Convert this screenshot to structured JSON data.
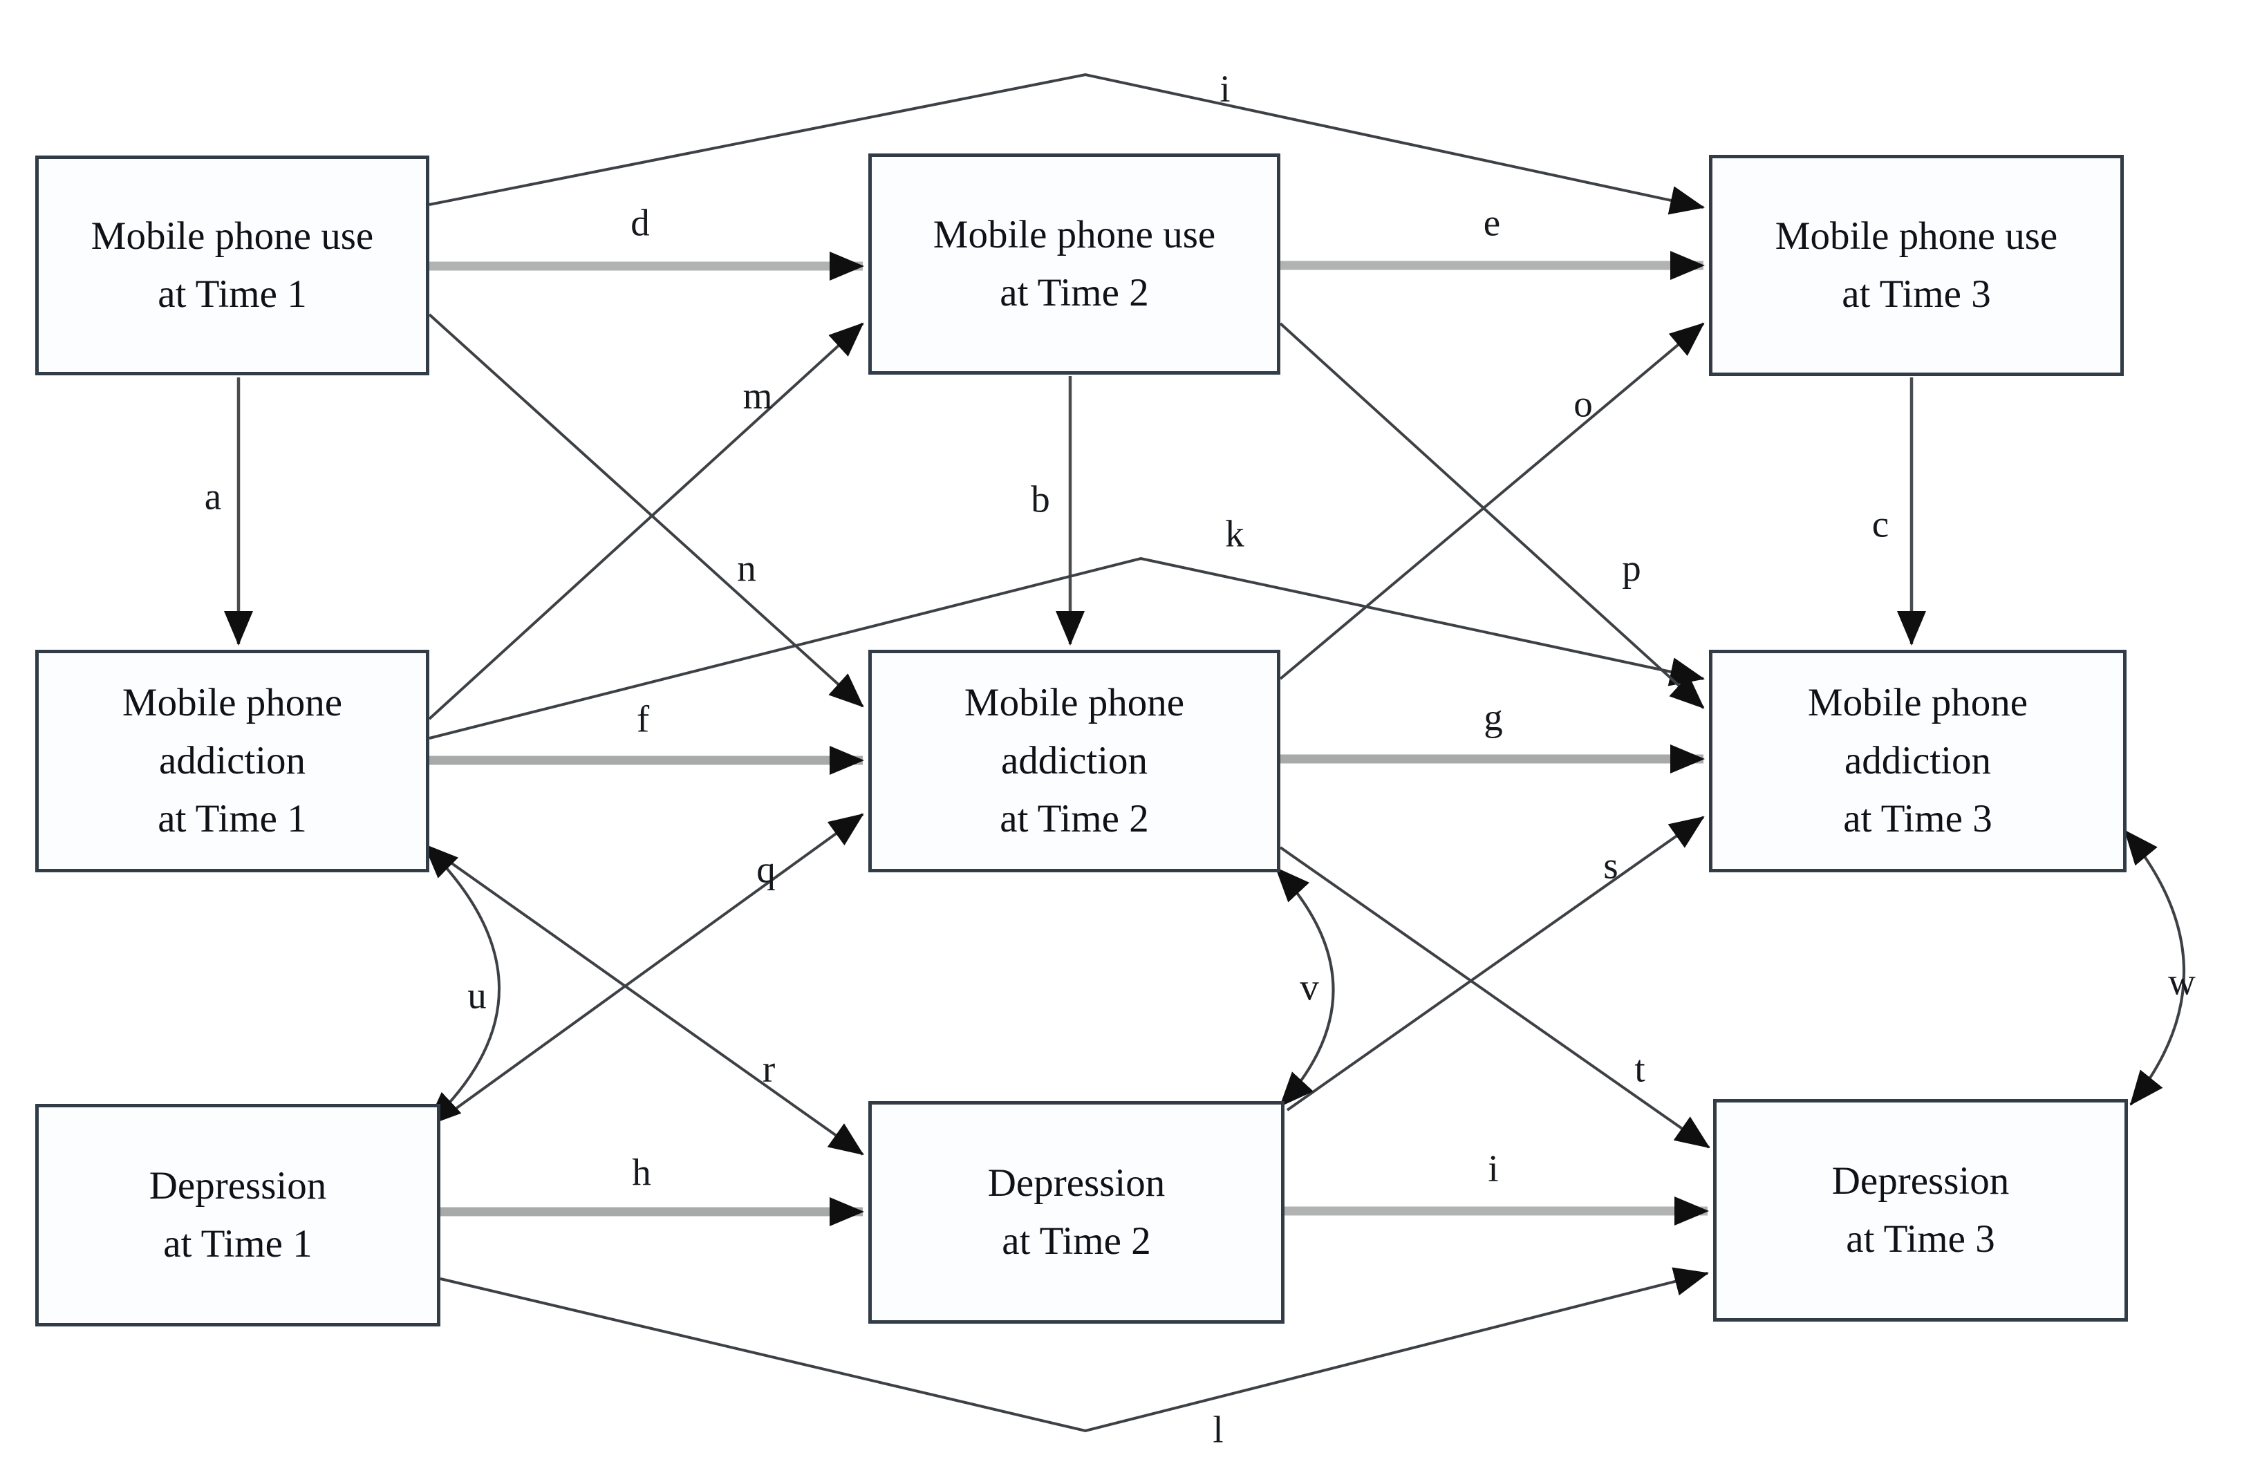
{
  "figure": {
    "title": "Cross-lagged panel model of mobile phone use, mobile phone addiction and depression at three time points",
    "colors": {
      "background": "#ffffff",
      "box_border": "#313c46",
      "box_fill": "#fcfdfe",
      "text": "#0e1116",
      "thin_line": "#3d4145",
      "vertical_line": "#4a4d50",
      "gray_line": "#b1b3b2",
      "arrowhead": "#0f0f0f"
    }
  },
  "boxes": {
    "use1": {
      "lines": [
        "Mobile phone use",
        "at Time 1"
      ]
    },
    "use2": {
      "lines": [
        "Mobile phone use",
        "at Time 2"
      ]
    },
    "use3": {
      "lines": [
        "Mobile phone use",
        "at Time 3"
      ]
    },
    "add1": {
      "lines": [
        "Mobile phone",
        "addiction",
        "at Time 1"
      ]
    },
    "add2": {
      "lines": [
        "Mobile phone",
        "addiction",
        "at Time 2"
      ]
    },
    "add3": {
      "lines": [
        "Mobile phone",
        "addiction",
        "at Time 3"
      ]
    },
    "dep1": {
      "lines": [
        "Depression",
        "at Time 1"
      ]
    },
    "dep2": {
      "lines": [
        "Depression",
        "at Time 2"
      ]
    },
    "dep3": {
      "lines": [
        "Depression",
        "at Time 3"
      ]
    }
  },
  "labels": {
    "a": "a",
    "b": "b",
    "c": "c",
    "d": "d",
    "e": "e",
    "f": "f",
    "g": "g",
    "h": "h",
    "i_top": "i",
    "i_dep": "i",
    "k": "k",
    "l": "l",
    "m": "m",
    "n": "n",
    "o": "o",
    "p": "p",
    "q": "q",
    "r": "r",
    "s": "s",
    "t": "t",
    "u": "u",
    "v": "v",
    "w": "w"
  },
  "edges": [
    {
      "label": "a",
      "from": "Mobile phone use at Time 1",
      "to": "Mobile phone addiction at Time 1",
      "direction": "one-way"
    },
    {
      "label": "b",
      "from": "Mobile phone use at Time 2",
      "to": "Mobile phone addiction at Time 2",
      "direction": "one-way"
    },
    {
      "label": "c",
      "from": "Mobile phone use at Time 3",
      "to": "Mobile phone addiction at Time 3",
      "direction": "one-way"
    },
    {
      "label": "d",
      "from": "Mobile phone use at Time 1",
      "to": "Mobile phone use at Time 2",
      "direction": "one-way"
    },
    {
      "label": "e",
      "from": "Mobile phone use at Time 2",
      "to": "Mobile phone use at Time 3",
      "direction": "one-way"
    },
    {
      "label": "f",
      "from": "Mobile phone addiction at Time 1",
      "to": "Mobile phone addiction at Time 2",
      "direction": "one-way"
    },
    {
      "label": "g",
      "from": "Mobile phone addiction at Time 2",
      "to": "Mobile phone addiction at Time 3",
      "direction": "one-way"
    },
    {
      "label": "h",
      "from": "Depression at Time 1",
      "to": "Depression at Time 2",
      "direction": "one-way"
    },
    {
      "label": "i",
      "from": "Depression at Time 2",
      "to": "Depression at Time 3",
      "direction": "one-way"
    },
    {
      "label": "i",
      "from": "Mobile phone use at Time 1",
      "to": "Mobile phone use at Time 3",
      "direction": "one-way"
    },
    {
      "label": "k",
      "from": "Mobile phone addiction at Time 1",
      "to": "Mobile phone addiction at Time 3",
      "direction": "one-way"
    },
    {
      "label": "l",
      "from": "Depression at Time 1",
      "to": "Depression at Time 3",
      "direction": "one-way"
    },
    {
      "label": "m",
      "from": "Mobile phone addiction at Time 1",
      "to": "Mobile phone use at Time 2",
      "direction": "one-way"
    },
    {
      "label": "n",
      "from": "Mobile phone use at Time 1",
      "to": "Mobile phone addiction at Time 2",
      "direction": "one-way"
    },
    {
      "label": "o",
      "from": "Mobile phone addiction at Time 2",
      "to": "Mobile phone use at Time 3",
      "direction": "one-way"
    },
    {
      "label": "p",
      "from": "Mobile phone use at Time 2",
      "to": "Mobile phone addiction at Time 3",
      "direction": "one-way"
    },
    {
      "label": "q",
      "from": "Depression at Time 1",
      "to": "Mobile phone addiction at Time 2",
      "direction": "one-way"
    },
    {
      "label": "r",
      "from": "Mobile phone addiction at Time 1",
      "to": "Depression at Time 2",
      "direction": "one-way"
    },
    {
      "label": "s",
      "from": "Depression at Time 2",
      "to": "Mobile phone addiction at Time 3",
      "direction": "one-way"
    },
    {
      "label": "t",
      "from": "Mobile phone addiction at Time 2",
      "to": "Depression at Time 3",
      "direction": "one-way"
    },
    {
      "label": "u",
      "from": "Mobile phone addiction at Time 1",
      "to": "Depression at Time 1",
      "direction": "two-way"
    },
    {
      "label": "v",
      "from": "Mobile phone addiction at Time 2",
      "to": "Depression at Time 2",
      "direction": "two-way"
    },
    {
      "label": "w",
      "from": "Mobile phone addiction at Time 3",
      "to": "Depression at Time 3",
      "direction": "two-way"
    }
  ]
}
